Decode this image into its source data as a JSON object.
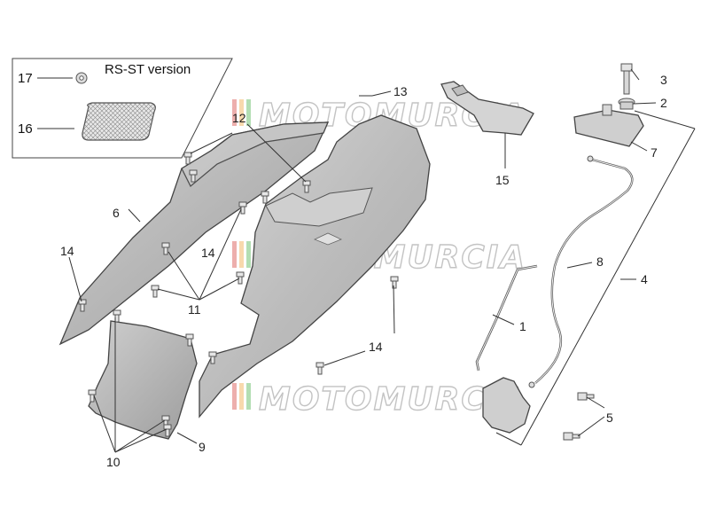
{
  "inset": {
    "title": "RS-ST version",
    "parts": [
      "17",
      "16"
    ]
  },
  "watermark": {
    "text": "MOTOMURCIA",
    "colors": [
      "#d9534f",
      "#f0ad4e",
      "#5cb85c"
    ]
  },
  "callouts": [
    {
      "id": "c1",
      "text": "1"
    },
    {
      "id": "c2",
      "text": "2"
    },
    {
      "id": "c3",
      "text": "3"
    },
    {
      "id": "c4",
      "text": "4"
    },
    {
      "id": "c5",
      "text": "5"
    },
    {
      "id": "c6",
      "text": "6"
    },
    {
      "id": "c7",
      "text": "7"
    },
    {
      "id": "c8",
      "text": "8"
    },
    {
      "id": "c9",
      "text": "9"
    },
    {
      "id": "c10",
      "text": "10"
    },
    {
      "id": "c11",
      "text": "11"
    },
    {
      "id": "c12",
      "text": "12"
    },
    {
      "id": "c13",
      "text": "13"
    },
    {
      "id": "c14a",
      "text": "14"
    },
    {
      "id": "c14b",
      "text": "14"
    },
    {
      "id": "c14c",
      "text": "14"
    },
    {
      "id": "c15",
      "text": "15"
    }
  ]
}
